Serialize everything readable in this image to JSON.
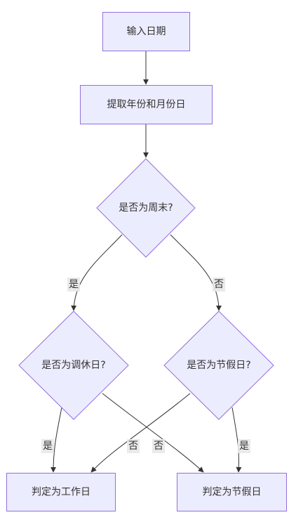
{
  "nodes": {
    "input_date": "输入日期",
    "extract_parts": "提取年份和月份日",
    "is_weekend": "是否为周末?",
    "is_workday_swap": "是否为调休日?",
    "is_holiday": "是否为节假日?",
    "result_workday": "判定为工作日",
    "result_holiday": "判定为节假日"
  },
  "edge_labels": {
    "weekend_yes": "是",
    "weekend_no": "否",
    "swap_yes": "是",
    "swap_no": "否",
    "holiday_no": "否",
    "holiday_yes": "是"
  },
  "colors": {
    "node_fill": "#ECECFF",
    "node_stroke": "#9370DB",
    "edge": "#333333",
    "edge_label_bg": "#E8E8E8"
  }
}
